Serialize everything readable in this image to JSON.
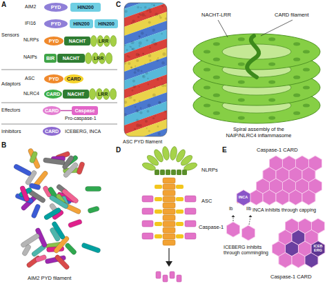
{
  "diagram": {
    "nodes": [
      {
        "text": [
          "PYD"
        ]
      },
      {
        "text": [
          "HIN200"
        ]
      },
      {
        "text": [
          "PYD"
        ]
      },
      {
        "text": [
          "HIN200"
        ]
      },
      {
        "text": [
          "HIN200"
        ]
      },
      {
        "text": [
          "PYD"
        ]
      },
      {
        "text": [
          "NACHT"
        ]
      },
      {
        "text": [
          "LRR"
        ]
      },
      {
        "text": [
          "BIR"
        ]
      },
      {
        "text": [
          "NACHT"
        ]
      },
      {
        "text": [
          "LRR"
        ]
      },
      {
        "text": [
          "PYD"
        ]
      },
      {
        "text": [
          "CARD"
        ]
      },
      {
        "text": [
          "CARD"
        ]
      },
      {
        "text": [
          "NACHT"
        ]
      },
      {
        "text": [
          "LRR"
        ]
      },
      {
        "text": [
          "CARD"
        ]
      },
      {
        "text": [
          "Caspase"
        ]
      },
      {
        "text": [
          "CARD"
        ]
      },
      {
        "text": [
          "INCA"
        ]
      },
      {
        "text": [
          "ICEB ERG"
        ]
      }
    ],
    "labels": [
      "A",
      "Sensors",
      "AIM2",
      "IFI16",
      "NLRPs",
      "NAIPs",
      "Adaptors",
      "ASC",
      "NLRC4",
      "Effectors",
      "Pro-caspase-1",
      "Inhibitors",
      "ICEBERG, INCA",
      "B",
      "AIM2 PYD filament",
      "C",
      "ASC PYD filament",
      "NACHT-LRR",
      "CARD filament",
      "Spiral assembly of the NAIP/NLRC4 inflammasome",
      "D",
      "NLRPs",
      "ASC",
      "Caspase-1",
      "E",
      "Caspase-1 CARD",
      "INCA inhibits through capping",
      "Ib",
      "IIb",
      "ICEBERG inhibits through commingling",
      "Caspase-1 CARD"
    ]
  }
}
